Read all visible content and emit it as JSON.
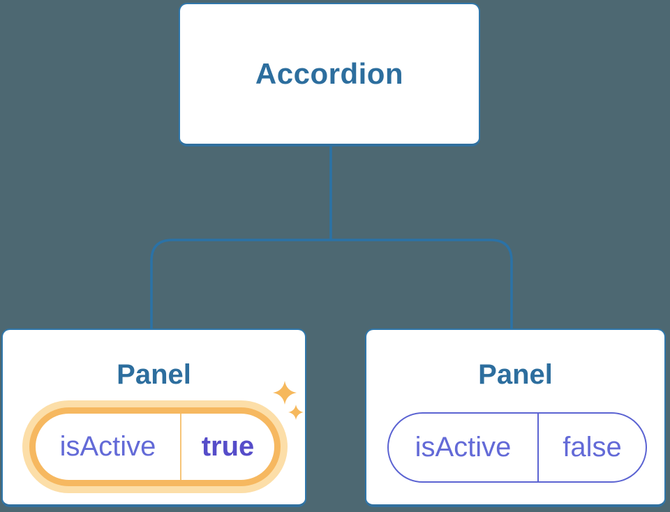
{
  "diagram": {
    "root": {
      "label": "Accordion"
    },
    "panels": [
      {
        "title": "Panel",
        "prop": "isActive",
        "value": "true",
        "state": "active",
        "highlighted": true
      },
      {
        "title": "Panel",
        "prop": "isActive",
        "value": "false",
        "state": "inactive",
        "highlighted": false
      }
    ]
  },
  "icons": {
    "sparkles": "sparkles-icon"
  },
  "colors": {
    "background": "#4D6872",
    "node_border": "#3077AB",
    "node_border_bottom": "#31709E",
    "node_text": "#2D6E9E",
    "connector_line": "#2B72A6",
    "highlight_ring": "#F6B860",
    "highlight_glow": "#FCDEA8",
    "highlight_divider": "#F6C578",
    "idle_pill_border": "#5B63D2",
    "prop_text": "#636AD7",
    "active_value_text": "#564DC9",
    "sparkle": "#F6B85C"
  }
}
